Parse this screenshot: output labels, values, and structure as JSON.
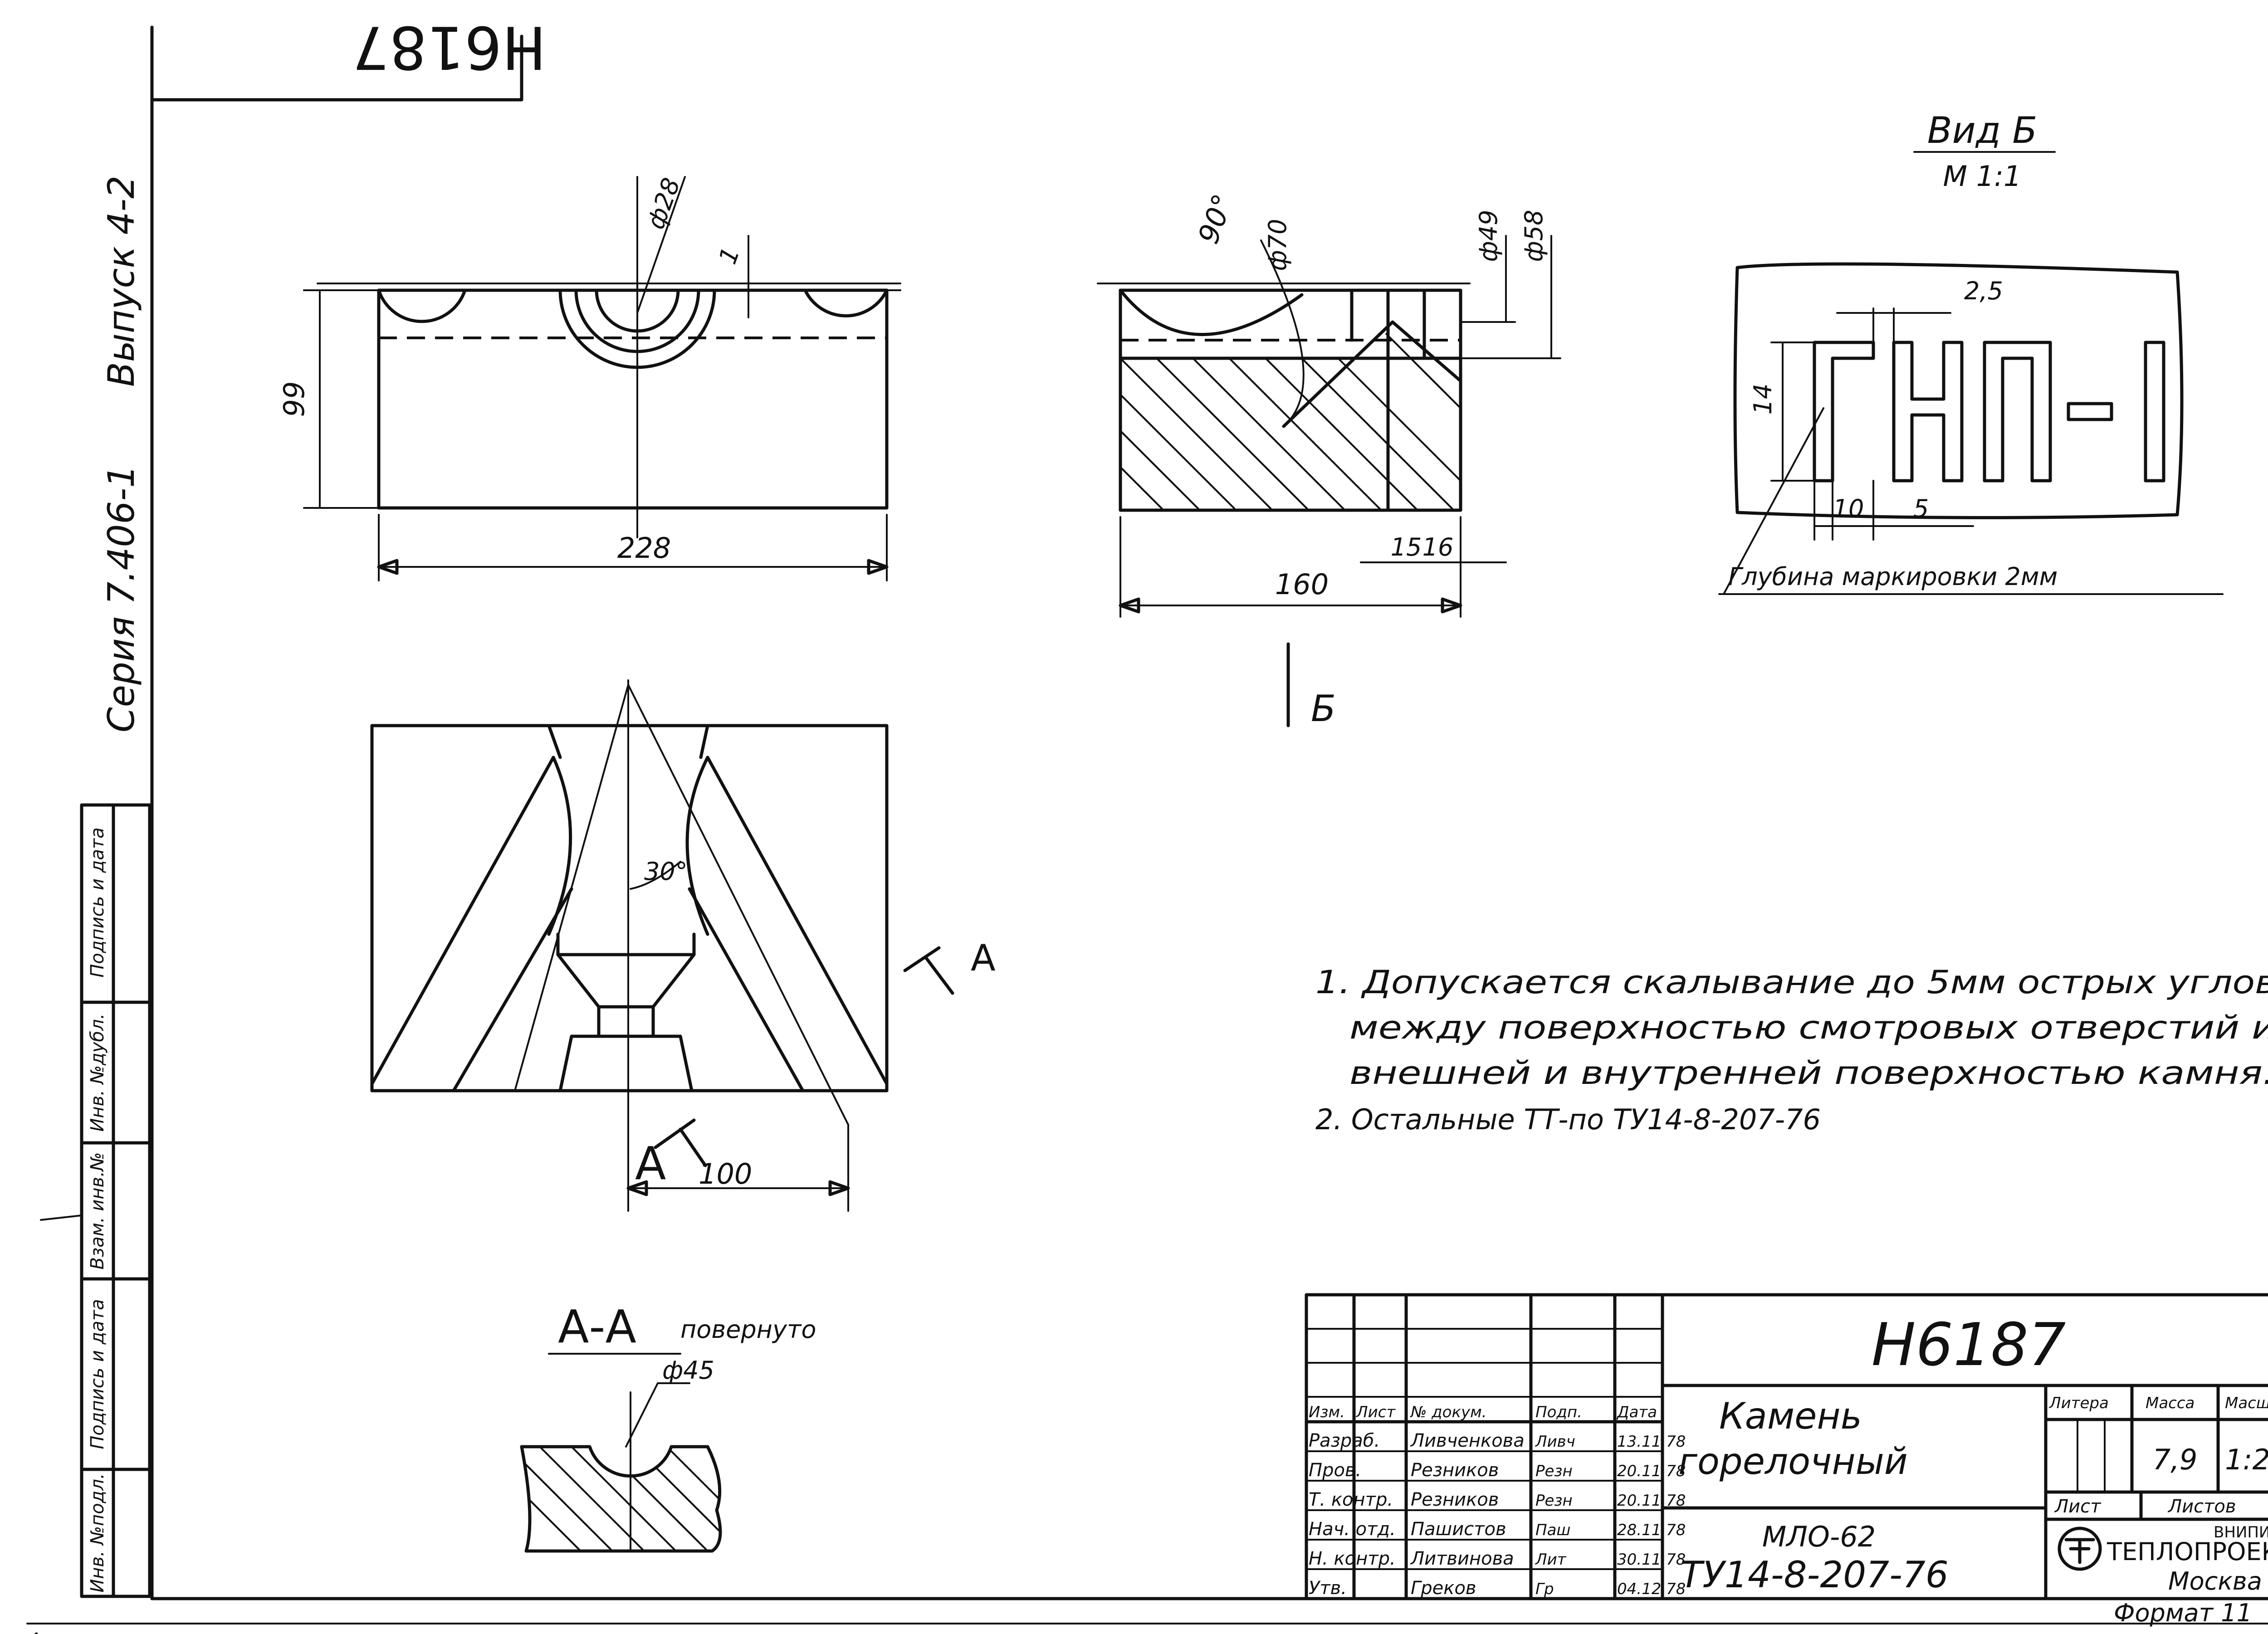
{
  "code_top": "Н6187",
  "side_margin": {
    "series": "Серия 7.406-1",
    "issue": "Выпуск 4-2",
    "stamp_cells": [
      "Инв. №подл.",
      "Подпись и дата",
      "Взам. инв.№",
      "Инв. №дубл.",
      "Подпись и дата"
    ]
  },
  "front_view": {
    "dim_height": "99",
    "dim_width": "228",
    "dim_hole": "ф28",
    "dim_depth": "1"
  },
  "side_view": {
    "dim_angle": "90°",
    "dim_d70": "ф70",
    "dim_d49": "ф49",
    "dim_d58": "ф58",
    "dim_width": "160",
    "dim_15": "15",
    "dim_16": "16",
    "arrow_label": "Б"
  },
  "view_b": {
    "title": "Вид Б",
    "scale": "М 1:1",
    "marking": "ГНП-I",
    "dim_25": "2,5",
    "dim_14": "14",
    "dim_10": "10",
    "dim_5": "5",
    "depth_note": "Глубина маркировки 2мм"
  },
  "plan_view": {
    "angle": "30°",
    "cut_label": "А",
    "cut_label_2": "А",
    "dim_100": "100"
  },
  "section": {
    "title": "А-А",
    "subtitle": "повернуто",
    "dim_d45": "ф45"
  },
  "notes": [
    "1. Допускается скалывание до 5мм острых углов",
    "между поверхностью смотровых отверстий и",
    "внешней и внутренней поверхностью камня.",
    "2. Остальные ТТ-по ТУ14-8-207-76"
  ],
  "title_block": {
    "doc_code": "Н6187",
    "name_line1": "Камень",
    "name_line2": "горелочный",
    "material": "МЛО-62",
    "standard": "ТУ14-8-207-76",
    "col_headers": [
      "Изм.",
      "Лист",
      "№ докум.",
      "Подп.",
      "Дата"
    ],
    "rows": [
      {
        "role": "Разраб.",
        "name": "Ливченкова",
        "sign": "Ливч",
        "date": "13.11.78"
      },
      {
        "role": "Пров.",
        "name": "Резников",
        "sign": "Резн",
        "date": "20.11.78"
      },
      {
        "role": "Т. контр.",
        "name": "Резников",
        "sign": "Резн",
        "date": "20.11.78"
      },
      {
        "role": "Нач. отд.",
        "name": "Пашистов",
        "sign": "Паш",
        "date": "28.11.78"
      },
      {
        "role": "Н. контр.",
        "name": "Литвинова",
        "sign": "Лит",
        "date": "30.11.78"
      },
      {
        "role": "Утв.",
        "name": "Греков",
        "sign": "Гр",
        "date": "04.12.78"
      }
    ],
    "litera_label": "Литера",
    "mass_label": "Масса",
    "scale_label": "Масш.",
    "mass_value": "7,9",
    "scale_value": "1:2",
    "sheet_label": "Лист",
    "sheets_label": "Листов",
    "org_line1": "ВНИПИ",
    "org_line2": "ТЕПЛОПРОЕКТ",
    "org_city": "Москва",
    "format_label": "Формат 11"
  }
}
